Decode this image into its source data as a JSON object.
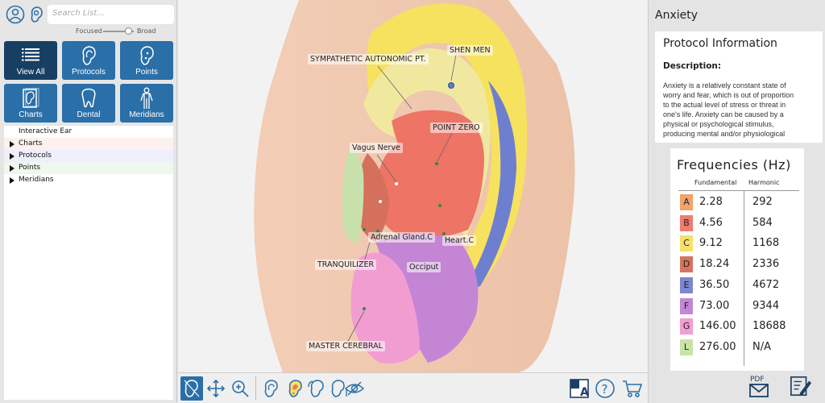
{
  "search": {
    "placeholder": "Search List..."
  },
  "slider": {
    "left_label": "Focused",
    "right_label": "Broad",
    "value": 0.85
  },
  "tiles": [
    {
      "label": "View All",
      "icon": "list-icon",
      "active": true
    },
    {
      "label": "Protocols",
      "icon": "ear-icon",
      "active": false
    },
    {
      "label": "Points",
      "icon": "ear-outline-icon",
      "active": false
    },
    {
      "label": "Charts",
      "icon": "ear-chart-icon",
      "active": false
    },
    {
      "label": "Dental",
      "icon": "tooth-icon",
      "active": false
    },
    {
      "label": "Meridians",
      "icon": "body-icon",
      "active": false
    }
  ],
  "tree": [
    {
      "label": "Interactive Ear",
      "expandable": false,
      "bg": "#ffffff"
    },
    {
      "label": "Charts",
      "expandable": true,
      "bg": "#fdf1ef"
    },
    {
      "label": "Protocols",
      "expandable": true,
      "bg": "#efeefb"
    },
    {
      "label": "Points",
      "expandable": true,
      "bg": "#eef8ee"
    },
    {
      "label": "Meridians",
      "expandable": true,
      "bg": "#ffffff"
    }
  ],
  "ear_labels": {
    "sympathetic": "SYMPATHETIC AUTONOMIC PT.",
    "shen_men": "SHEN MEN",
    "point_zero": "POINT ZERO",
    "vagus": "Vagus Nerve",
    "adrenal": "Adrenal Gland.C",
    "heart": "Heart.C",
    "tranquilizer": "TRANQUILIZER",
    "occiput": "Occiput",
    "master_cerebral": "MASTER CEREBRAL"
  },
  "toolbar_icons": [
    "ear-select-icon",
    "move-icon",
    "zoom-icon",
    "ear-outline-icon",
    "ear-color-icon",
    "ear-rotate-icon",
    "ear-hide-icon",
    "chart-a-icon",
    "help-icon",
    "cart-icon"
  ],
  "protocol": {
    "title": "Anxiety",
    "info_header": "Protocol Information",
    "description_heading": "Description:",
    "description": "Anxiety is a relatively constant state of worry and fear, which is out of proportion to the actual level of stress or threat in one's life. Anxiety can be caused by a physical or psychological stimulus, producing mental and/or physiological"
  },
  "frequencies": {
    "title": "Frequencies (Hz)",
    "col_fundamental": "Fundamental",
    "col_harmonic": "Harmonic",
    "rows": [
      {
        "key": "A",
        "fundamental": "2.28",
        "harmonic": "292",
        "color": "#f2a36a"
      },
      {
        "key": "B",
        "fundamental": "4.56",
        "harmonic": "584",
        "color": "#f07c6e"
      },
      {
        "key": "C",
        "fundamental": "9.12",
        "harmonic": "1168",
        "color": "#f6e06a"
      },
      {
        "key": "D",
        "fundamental": "18.24",
        "harmonic": "2336",
        "color": "#d7735e"
      },
      {
        "key": "E",
        "fundamental": "36.50",
        "harmonic": "4672",
        "color": "#7b87cf"
      },
      {
        "key": "F",
        "fundamental": "73.00",
        "harmonic": "9344",
        "color": "#c586d6"
      },
      {
        "key": "G",
        "fundamental": "146.00",
        "harmonic": "18688",
        "color": "#f29ed2"
      },
      {
        "key": "L",
        "fundamental": "276.00",
        "harmonic": "N/A",
        "color": "#c9e3a7"
      }
    ]
  },
  "right_buttons": {
    "pdf_label": "PDF"
  }
}
